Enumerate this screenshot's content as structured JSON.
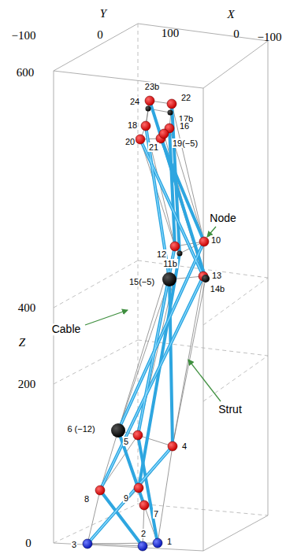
{
  "diagram": {
    "labels": [
      "Y",
      "X",
      "−100",
      "0",
      "100",
      "0",
      "−100",
      "600",
      "400",
      "Z",
      "200",
      "0",
      "23b",
      "24",
      "22",
      "17b",
      "18",
      "16",
      "20",
      "21",
      "19(−5)",
      "Node",
      "Cable",
      "12",
      "11b",
      "10",
      "15(−5)",
      "13",
      "14b",
      "Strut",
      "6 (−12)",
      "5",
      "4",
      "8",
      "9",
      "7",
      "3",
      "2",
      "1"
    ]
  }
}
